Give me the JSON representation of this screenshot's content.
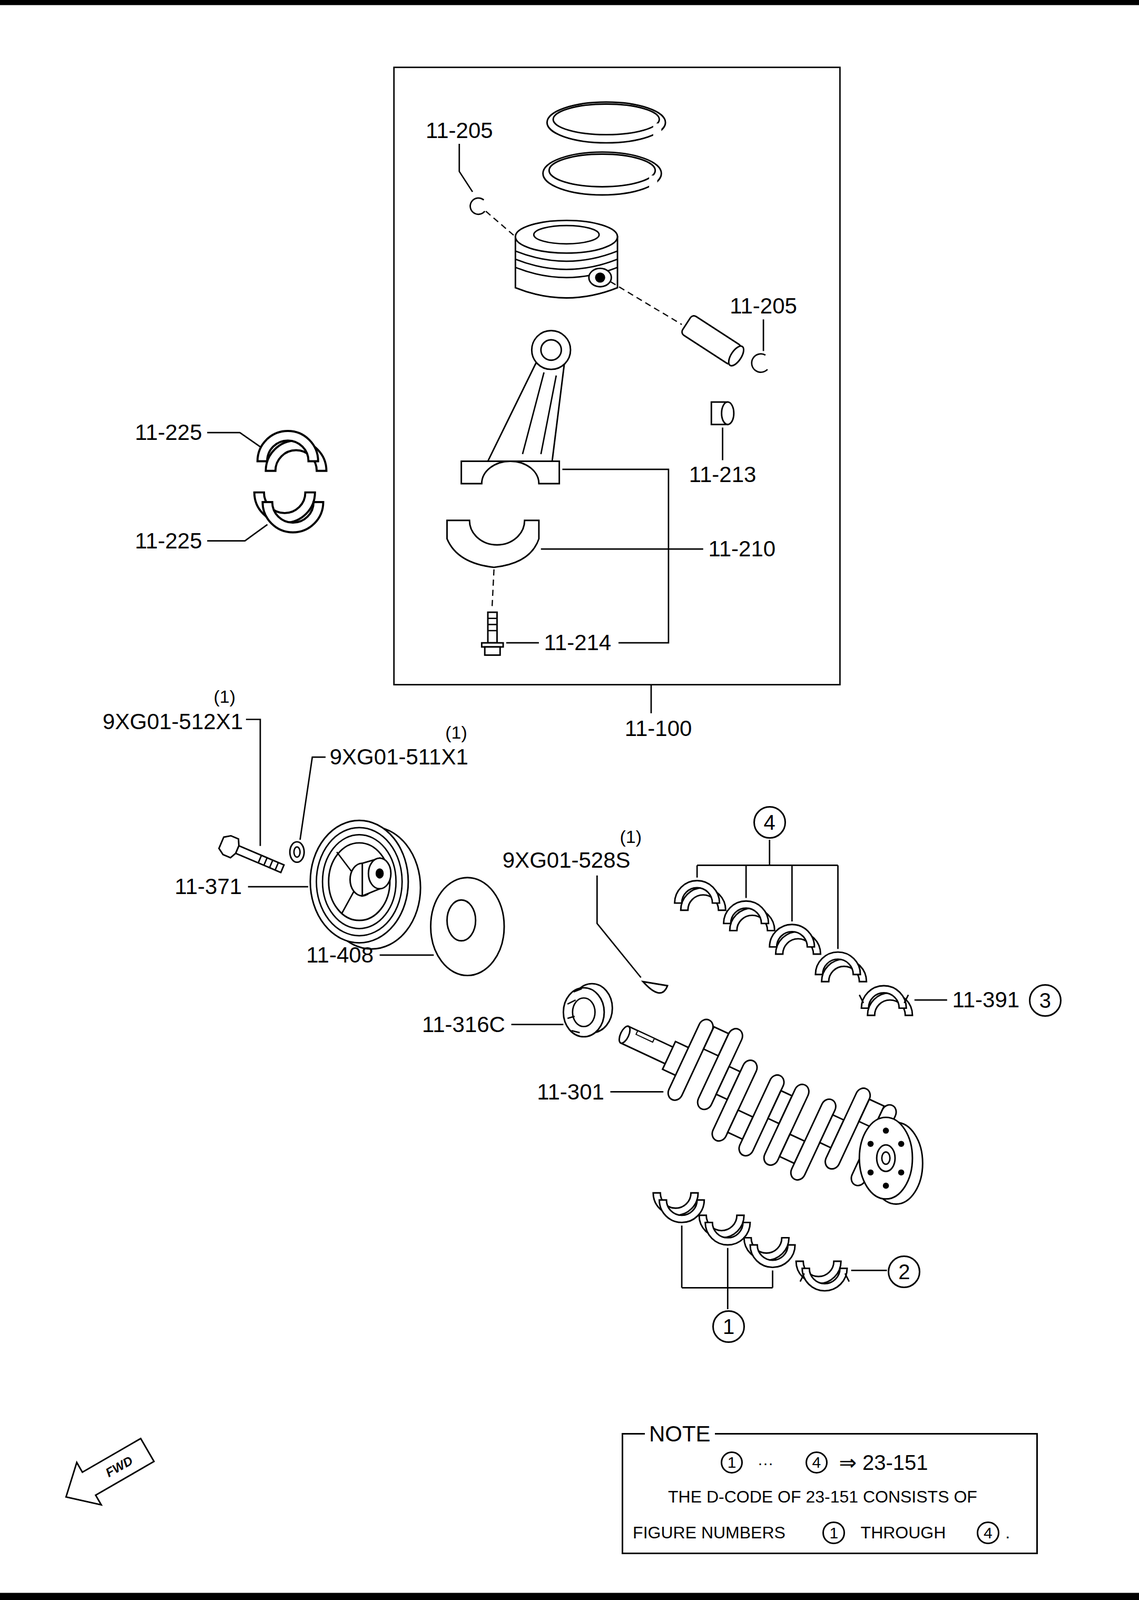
{
  "diagram": {
    "nodes": [
      {
        "text": [
          "4"
        ]
      },
      {
        "text": [
          "3"
        ]
      },
      {
        "text": [
          "2"
        ]
      },
      {
        "text": [
          "1"
        ]
      },
      {
        "text": [
          "NOTE",
          "···",
          "⇒ 23-151",
          "THE D-CODE OF 23-151 CONSISTS OF",
          "FIGURE NUMBERS",
          "THROUGH",
          "."
        ]
      },
      {
        "text": [
          "1"
        ],
        "in": 4
      },
      {
        "text": [
          "4"
        ],
        "in": 4
      },
      {
        "text": [
          "1"
        ],
        "in": 4
      },
      {
        "text": [
          "4"
        ],
        "in": 4
      }
    ],
    "labels": [
      "11-205",
      "11-205",
      "11-225",
      "11-225",
      "11-213",
      "11-210",
      "11-214",
      "11-100",
      "(1)",
      "9XG01-512X1",
      "(1)",
      "9XG01-511X1",
      "(1)",
      "9XG01-528S",
      "11-371",
      "11-408",
      "11-316C",
      "11-301",
      "11-391",
      "FWD"
    ]
  }
}
